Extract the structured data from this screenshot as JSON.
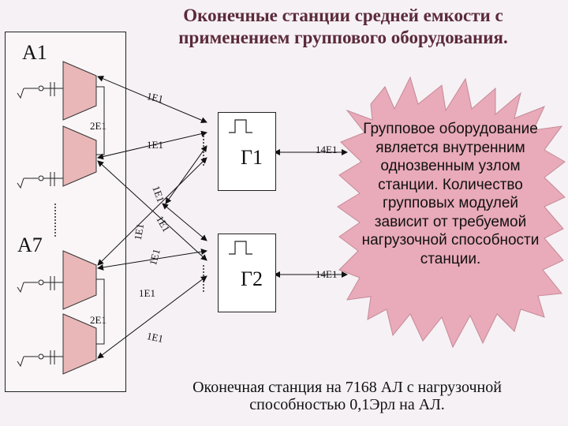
{
  "title_line1": "Оконечные станции средней емкости с",
  "title_line2": "применением группового оборудования.",
  "label_a1": "А1",
  "label_a7": "А7",
  "link_1e1": "1Е1",
  "link_2e1": "2Е1",
  "link_14e1": "14Е1",
  "box_g1": "Г1",
  "box_g2": "Г2",
  "star_text": "Групповое оборудование является внутренним однозвенным узлом станции. Количество групповых модулей зависит от требуемой нагрузочной способности станции.",
  "caption_line1": "Оконечная станция на 7168 АЛ с нагрузочной",
  "caption_line2": "способностью 0,1Эрл на АЛ.",
  "colors": {
    "module_fill": "#e9b7b7",
    "star_fill": "#e9aab9",
    "title": "#5b2a3a"
  }
}
